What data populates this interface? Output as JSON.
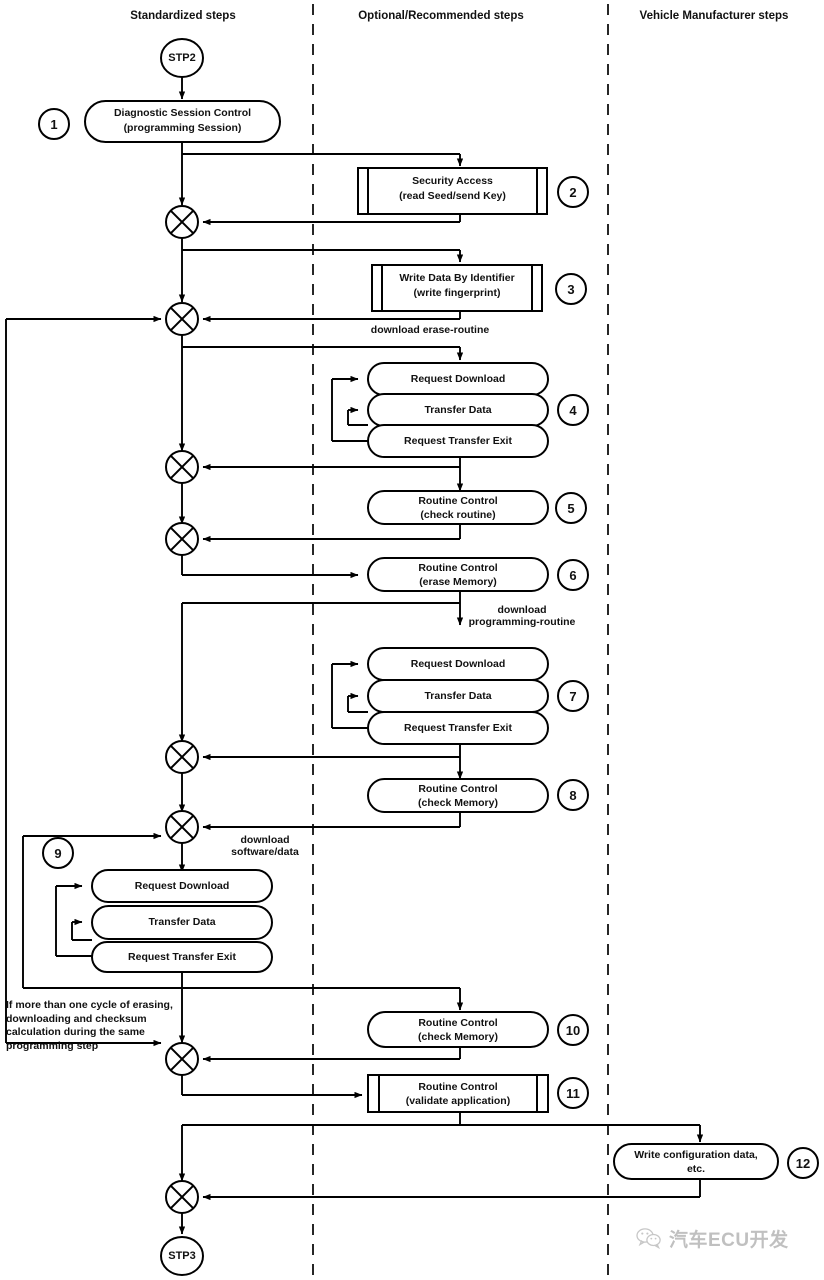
{
  "diagram": {
    "title": "ECU programming sequence flowchart",
    "columns": [
      {
        "id": "standardized",
        "label": "Standardized steps"
      },
      {
        "id": "optional",
        "label": "Optional/Recommended steps"
      },
      {
        "id": "vehicle",
        "label": "Vehicle Manufacturer steps"
      }
    ],
    "terminators": [
      {
        "id": "start",
        "label": "STP2"
      },
      {
        "id": "end",
        "label": "STP3"
      }
    ],
    "nodes": [
      {
        "id": "n1",
        "step": "1",
        "column": "standardized",
        "shape": "rounded",
        "line1": "Diagnostic Session Control",
        "line2": "(programming Session)"
      },
      {
        "id": "n2",
        "step": "2",
        "column": "optional",
        "shape": "subroutine",
        "line1": "Security Access",
        "line2": "(read Seed/send Key)"
      },
      {
        "id": "n3",
        "step": "3",
        "column": "optional",
        "shape": "subroutine",
        "line1": "Write Data By Identifier",
        "line2": "(write fingerprint)"
      },
      {
        "id": "n4a",
        "step": "4",
        "column": "optional",
        "shape": "rounded",
        "line1": "Request Download",
        "line2": ""
      },
      {
        "id": "n4b",
        "step": "",
        "column": "optional",
        "shape": "rounded",
        "line1": "Transfer Data",
        "line2": ""
      },
      {
        "id": "n4c",
        "step": "",
        "column": "optional",
        "shape": "rounded",
        "line1": "Request Transfer Exit",
        "line2": ""
      },
      {
        "id": "n5",
        "step": "5",
        "column": "optional",
        "shape": "rounded",
        "line1": "Routine Control",
        "line2": "(check routine)"
      },
      {
        "id": "n6",
        "step": "6",
        "column": "optional",
        "shape": "rounded",
        "line1": "Routine Control",
        "line2": "(erase Memory)"
      },
      {
        "id": "n7a",
        "step": "7",
        "column": "optional",
        "shape": "rounded",
        "line1": "Request Download",
        "line2": ""
      },
      {
        "id": "n7b",
        "step": "",
        "column": "optional",
        "shape": "rounded",
        "line1": "Transfer Data",
        "line2": ""
      },
      {
        "id": "n7c",
        "step": "",
        "column": "optional",
        "shape": "rounded",
        "line1": "Request Transfer Exit",
        "line2": ""
      },
      {
        "id": "n8",
        "step": "8",
        "column": "optional",
        "shape": "rounded",
        "line1": "Routine Control",
        "line2": "(check Memory)"
      },
      {
        "id": "n9a",
        "step": "9",
        "column": "standardized",
        "shape": "rounded",
        "line1": "Request Download",
        "line2": ""
      },
      {
        "id": "n9b",
        "step": "",
        "column": "standardized",
        "shape": "rounded",
        "line1": "Transfer Data",
        "line2": ""
      },
      {
        "id": "n9c",
        "step": "",
        "column": "standardized",
        "shape": "rounded",
        "line1": "Request Transfer Exit",
        "line2": ""
      },
      {
        "id": "n10",
        "step": "10",
        "column": "optional",
        "shape": "rounded",
        "line1": "Routine Control",
        "line2": "(check Memory)"
      },
      {
        "id": "n11",
        "step": "11",
        "column": "optional",
        "shape": "subroutine",
        "line1": "Routine Control",
        "line2": "(validate application)"
      },
      {
        "id": "n12",
        "step": "12",
        "column": "vehicle",
        "shape": "rounded",
        "line1": "Write configuration data,",
        "line2": "etc."
      }
    ],
    "edge_labels": [
      {
        "id": "el-erase",
        "text": "download erase-routine"
      },
      {
        "id": "el-prog",
        "text": "download\nprogramming-routine"
      },
      {
        "id": "el-soft",
        "text": "download\nsoftware/data"
      }
    ],
    "note": {
      "id": "note-cycle",
      "text": "If more than one cycle of erasing, downloading and checksum calculation during the same programming step"
    },
    "junction_count": 9,
    "colors": {
      "line": "#000000",
      "text": "#111111",
      "background": "#ffffff",
      "watermark": "#8e8e8e"
    }
  },
  "watermark": {
    "text": "汽车ECU开发",
    "icon": "wechat-icon"
  }
}
